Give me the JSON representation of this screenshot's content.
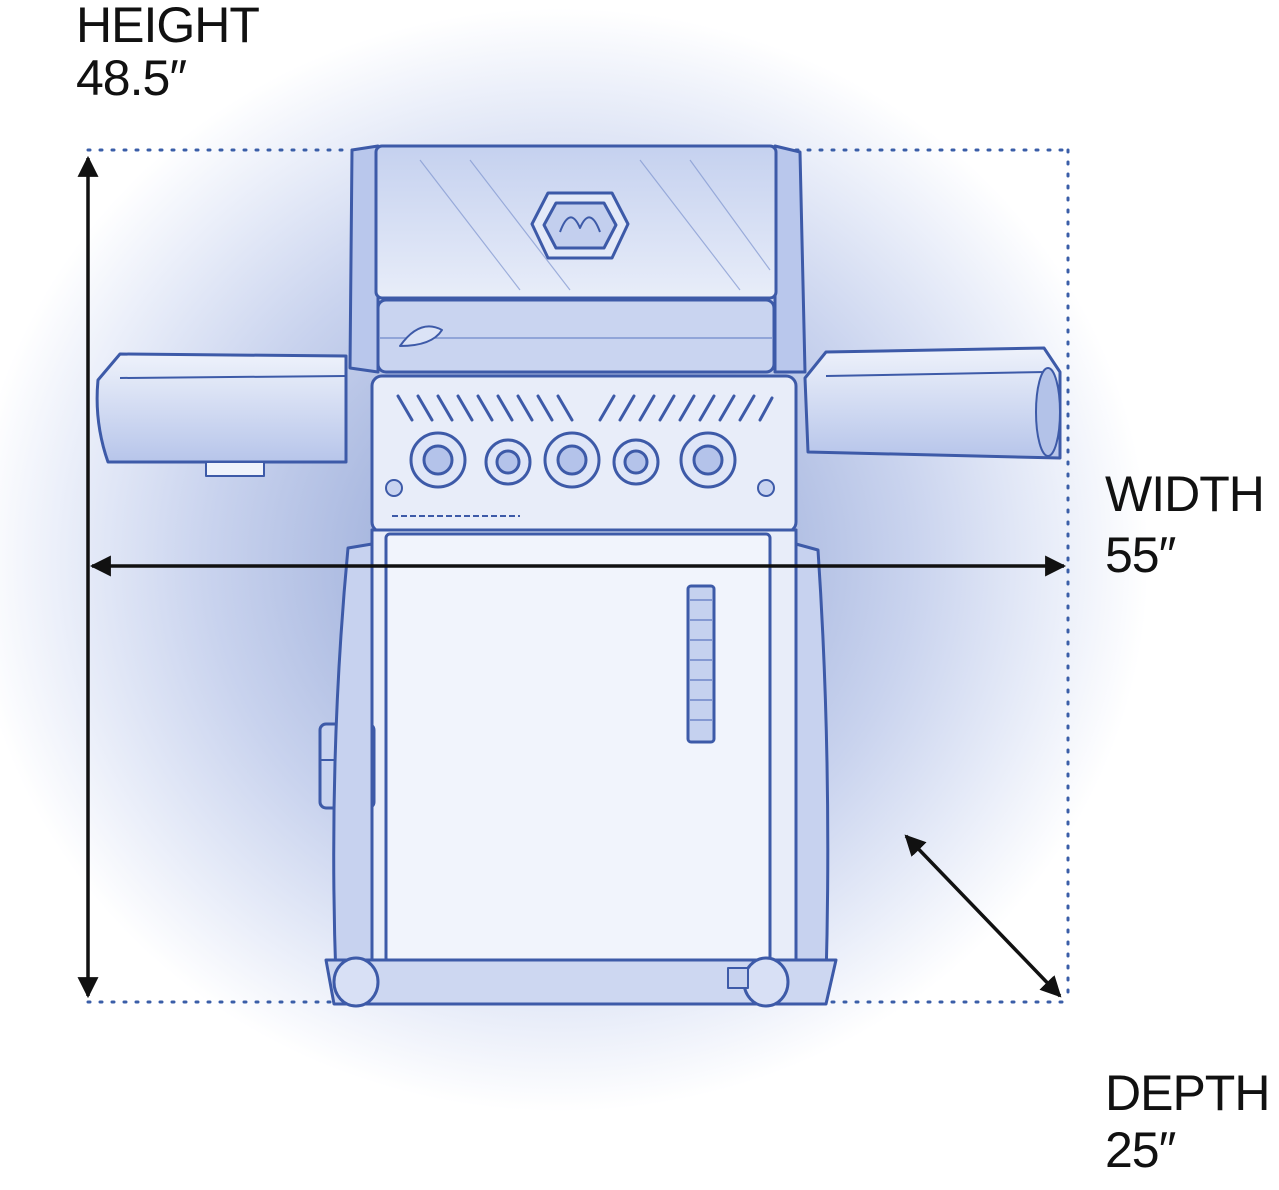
{
  "dimensions": {
    "height": {
      "label": "HEIGHT",
      "value": "48.5″"
    },
    "width": {
      "label": "WIDTH",
      "value": "55″"
    },
    "depth": {
      "label": "DEPTH",
      "value": "25″"
    }
  },
  "colors": {
    "sketch_stroke": "#3d5aa8",
    "sketch_fill": "#dde5f7",
    "panel_fill": "#eef2fb",
    "dotted_line": "#3a5ea8",
    "arrow": "#111111",
    "halo": "#9fb0dc"
  },
  "icons": {
    "grill": "gas-grill-sketch-icon",
    "logo": "brand-flame-logo-icon"
  }
}
